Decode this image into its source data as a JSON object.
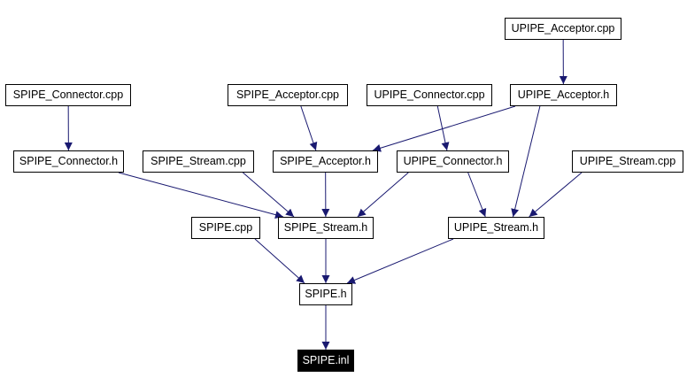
{
  "colors": {
    "edge": "#191970",
    "node_border": "#000000",
    "root_fill": "#000000",
    "root_text": "#ffffff"
  },
  "nodes": {
    "upipe_acceptor_cpp": "UPIPE_Acceptor.cpp",
    "spipe_connector_cpp": "SPIPE_Connector.cpp",
    "spipe_acceptor_cpp": "SPIPE_Acceptor.cpp",
    "upipe_connector_cpp": "UPIPE_Connector.cpp",
    "upipe_acceptor_h": "UPIPE_Acceptor.h",
    "spipe_connector_h": "SPIPE_Connector.h",
    "spipe_stream_cpp": "SPIPE_Stream.cpp",
    "spipe_acceptor_h": "SPIPE_Acceptor.h",
    "upipe_connector_h": "UPIPE_Connector.h",
    "upipe_stream_cpp": "UPIPE_Stream.cpp",
    "spipe_cpp": "SPIPE.cpp",
    "spipe_stream_h": "SPIPE_Stream.h",
    "upipe_stream_h": "UPIPE_Stream.h",
    "spipe_h": "SPIPE.h",
    "spipe_inl": "SPIPE.inl"
  },
  "edges": [
    [
      "upipe_acceptor_cpp",
      "upipe_acceptor_h"
    ],
    [
      "spipe_connector_cpp",
      "spipe_connector_h"
    ],
    [
      "spipe_acceptor_cpp",
      "spipe_acceptor_h"
    ],
    [
      "upipe_connector_cpp",
      "upipe_connector_h"
    ],
    [
      "upipe_acceptor_h",
      "spipe_acceptor_h"
    ],
    [
      "upipe_acceptor_h",
      "upipe_stream_h"
    ],
    [
      "spipe_connector_h",
      "spipe_stream_h"
    ],
    [
      "spipe_stream_cpp",
      "spipe_stream_h"
    ],
    [
      "spipe_acceptor_h",
      "spipe_stream_h"
    ],
    [
      "upipe_connector_h",
      "spipe_stream_h"
    ],
    [
      "upipe_connector_h",
      "upipe_stream_h"
    ],
    [
      "upipe_stream_cpp",
      "upipe_stream_h"
    ],
    [
      "spipe_cpp",
      "spipe_h"
    ],
    [
      "spipe_stream_h",
      "spipe_h"
    ],
    [
      "upipe_stream_h",
      "spipe_h"
    ],
    [
      "spipe_h",
      "spipe_inl"
    ]
  ]
}
